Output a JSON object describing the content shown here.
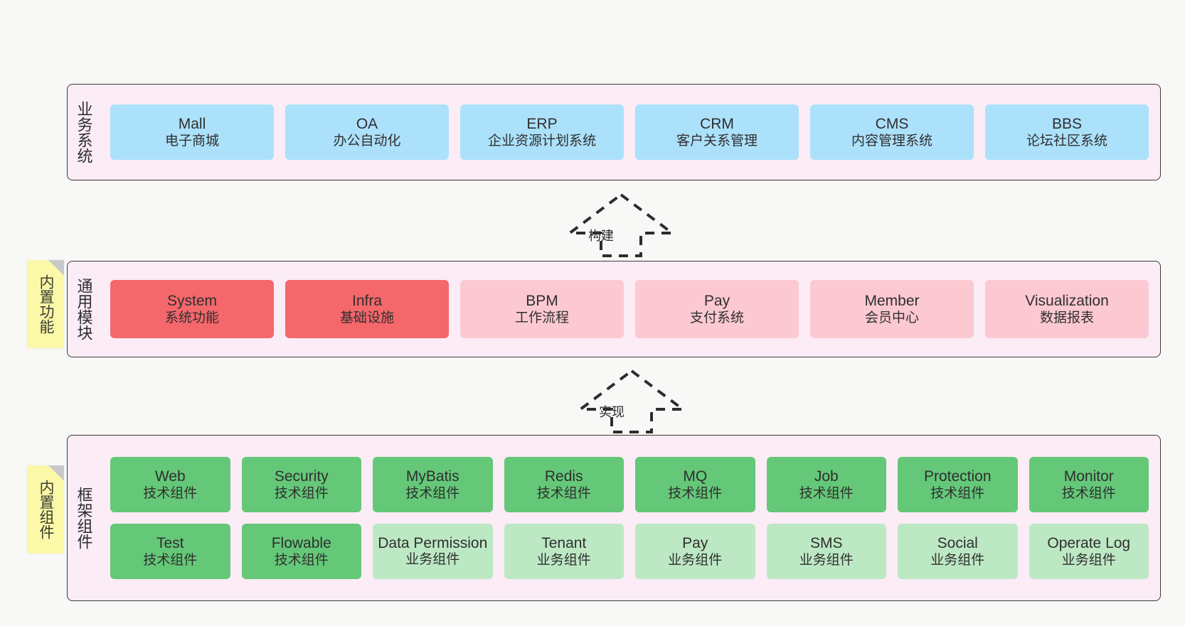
{
  "layers": [
    {
      "id": "business-system",
      "title": "业务系统",
      "cards": [
        {
          "name": "Mall",
          "desc": "电子商城"
        },
        {
          "name": "OA",
          "desc": "办公自动化"
        },
        {
          "name": "ERP",
          "desc": "企业资源计划系统"
        },
        {
          "name": "CRM",
          "desc": "客户关系管理"
        },
        {
          "name": "CMS",
          "desc": "内容管理系统"
        },
        {
          "name": "BBS",
          "desc": "论坛社区系统"
        }
      ]
    },
    {
      "id": "common-module",
      "title": "通用模块",
      "note": "内置功能",
      "cards": [
        {
          "name": "System",
          "desc": "系统功能",
          "style": "red"
        },
        {
          "name": "Infra",
          "desc": "基础设施",
          "style": "red"
        },
        {
          "name": "BPM",
          "desc": "工作流程",
          "style": "pink"
        },
        {
          "name": "Pay",
          "desc": "支付系统",
          "style": "pink"
        },
        {
          "name": "Member",
          "desc": "会员中心",
          "style": "pink"
        },
        {
          "name": "Visualization",
          "desc": "数据报表",
          "style": "pink"
        }
      ]
    },
    {
      "id": "framework-component",
      "title": "框架组件",
      "note": "内置组件",
      "row1": [
        {
          "name": "Web",
          "desc": "技术组件",
          "style": "green"
        },
        {
          "name": "Security",
          "desc": "技术组件",
          "style": "green"
        },
        {
          "name": "MyBatis",
          "desc": "技术组件",
          "style": "green"
        },
        {
          "name": "Redis",
          "desc": "技术组件",
          "style": "green"
        },
        {
          "name": "MQ",
          "desc": "技术组件",
          "style": "green"
        },
        {
          "name": "Job",
          "desc": "技术组件",
          "style": "green"
        },
        {
          "name": "Protection",
          "desc": "技术组件",
          "style": "green"
        },
        {
          "name": "Monitor",
          "desc": "技术组件",
          "style": "green"
        }
      ],
      "row2": [
        {
          "name": "Test",
          "desc": "技术组件",
          "style": "green"
        },
        {
          "name": "Flowable",
          "desc": "技术组件",
          "style": "green"
        },
        {
          "name": "Data Permission",
          "desc": "业务组件",
          "style": "lgreen"
        },
        {
          "name": "Tenant",
          "desc": "业务组件",
          "style": "lgreen"
        },
        {
          "name": "Pay",
          "desc": "业务组件",
          "style": "lgreen"
        },
        {
          "name": "SMS",
          "desc": "业务组件",
          "style": "lgreen"
        },
        {
          "name": "Social",
          "desc": "业务组件",
          "style": "lgreen"
        },
        {
          "name": "Operate Log",
          "desc": "业务组件",
          "style": "lgreen"
        }
      ]
    }
  ],
  "arrows": [
    {
      "id": "build",
      "label": "构建"
    },
    {
      "id": "implement",
      "label": "实现"
    }
  ],
  "colors": {
    "panel_bg": "#fbecf6",
    "panel_border": "#3a3a3a",
    "blue": "#ace1fb",
    "red": "#f4676b",
    "pink": "#fcc9d2",
    "green": "#64c878",
    "light_green": "#bde8c4",
    "note_yellow": "#fbf8a8",
    "canvas_bg": "#f8f8f7"
  }
}
